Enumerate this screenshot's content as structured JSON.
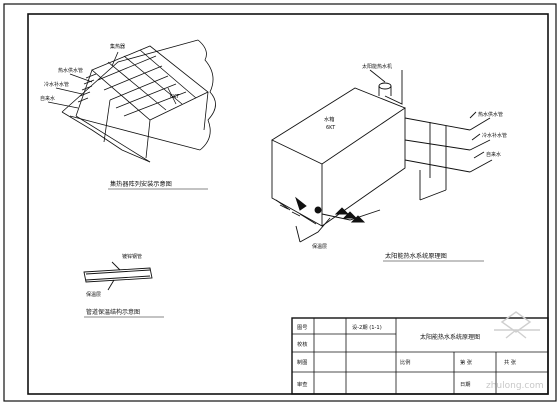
{
  "labels": {
    "collector": "集热器",
    "tank": "水箱",
    "tank_sub": "6KT",
    "top_note": "太阳能热水机",
    "riser1": "热水供水管",
    "riser2": "冷水补水管",
    "riser3": "自来水",
    "detail_pipe": "镀锌钢管",
    "detail_clamp": "保温层"
  },
  "captions": {
    "left": "集热器阵列安装示意图",
    "right": "太阳能热水系统原理图",
    "bottom": "管道保温结构示意图"
  },
  "titleblock": {
    "lbl_design": "图号",
    "val_design": "设-2期 (1-1)",
    "drawing_title": "太阳能热水系统原理图",
    "lbl_check": "校核",
    "lbl_scale": "比例",
    "lbl_sheet": "第 张",
    "val_sheet": "共 张",
    "lbl_draw": "制图",
    "lbl_date": "日期",
    "lbl_review": "审查"
  },
  "watermark": "zhulong.com"
}
